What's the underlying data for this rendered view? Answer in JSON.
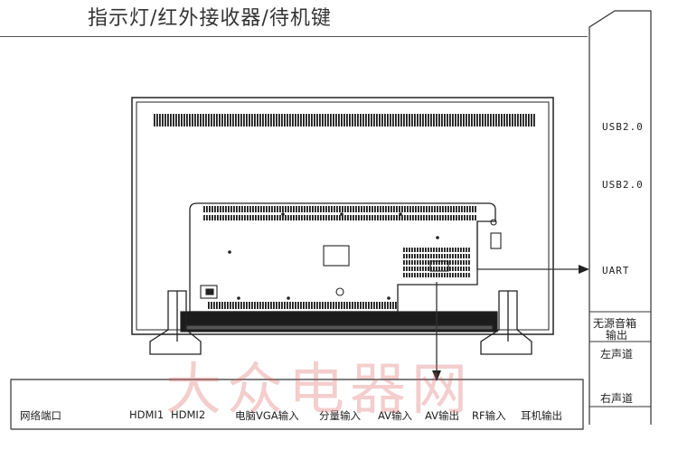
{
  "title": "指示灯/红外接收器/待机键",
  "right_panel": {
    "ports": [
      "USB2.0",
      "USB2.0",
      "UART"
    ],
    "passive_speaker_box": {
      "heading": "无源音箱输出",
      "heading_line1": "无源音箱",
      "heading_line2": "输出",
      "left": "左声道",
      "right": "右声道"
    }
  },
  "bottom_bar": {
    "labels": [
      "网络端口",
      "HDMI1",
      "HDMI2",
      "电脑VGA输入",
      "分量输入",
      "AV输入",
      "AV输出",
      "RF输入",
      "耳机输出"
    ]
  },
  "watermark": "大众电器网",
  "colors": {
    "line": "#222222",
    "vent": "#1a1a1a",
    "watermark": "#e06464"
  }
}
